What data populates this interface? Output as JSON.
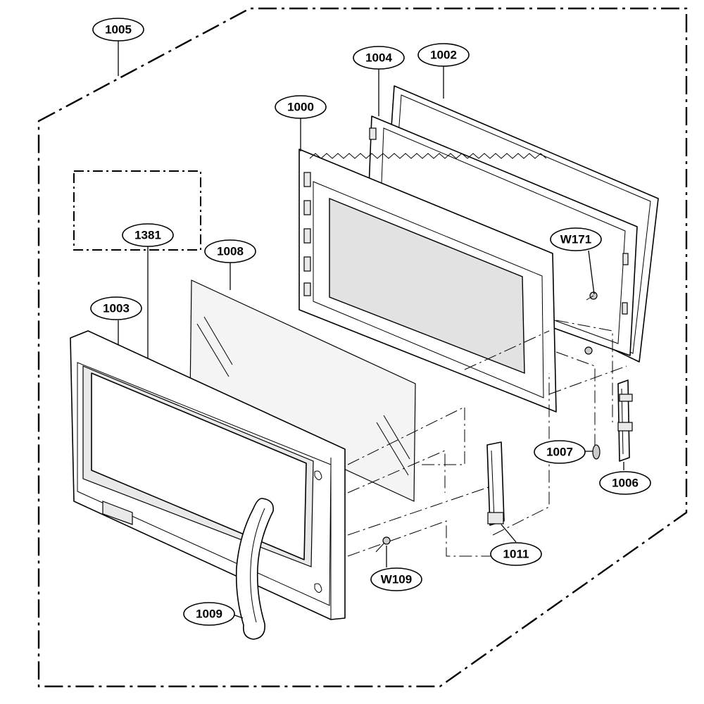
{
  "callouts": [
    {
      "id": "c1005",
      "label": "1005"
    },
    {
      "id": "c1004",
      "label": "1004"
    },
    {
      "id": "c1002",
      "label": "1002"
    },
    {
      "id": "c1000",
      "label": "1000"
    },
    {
      "id": "c1381",
      "label": "1381"
    },
    {
      "id": "c1008",
      "label": "1008"
    },
    {
      "id": "c1003",
      "label": "1003"
    },
    {
      "id": "cW171",
      "label": "W171"
    },
    {
      "id": "c1007",
      "label": "1007"
    },
    {
      "id": "c1006",
      "label": "1006"
    },
    {
      "id": "c1011",
      "label": "1011"
    },
    {
      "id": "cW109",
      "label": "W109"
    },
    {
      "id": "c1009",
      "label": "1009"
    }
  ]
}
